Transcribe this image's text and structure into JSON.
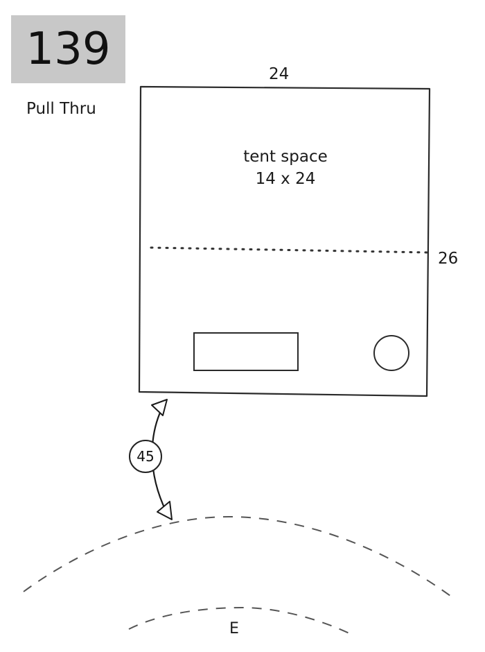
{
  "site": {
    "number": "139",
    "type": "Pull Thru"
  },
  "pad": {
    "width_label": "24",
    "length_label": "26",
    "tent_space_label": "tent space",
    "tent_space_size": "14 x 24"
  },
  "driveway": {
    "distance": "45"
  },
  "road": {
    "direction_label": "E"
  },
  "colors": {
    "badge": "#c8c8c8",
    "ink": "#222222"
  }
}
